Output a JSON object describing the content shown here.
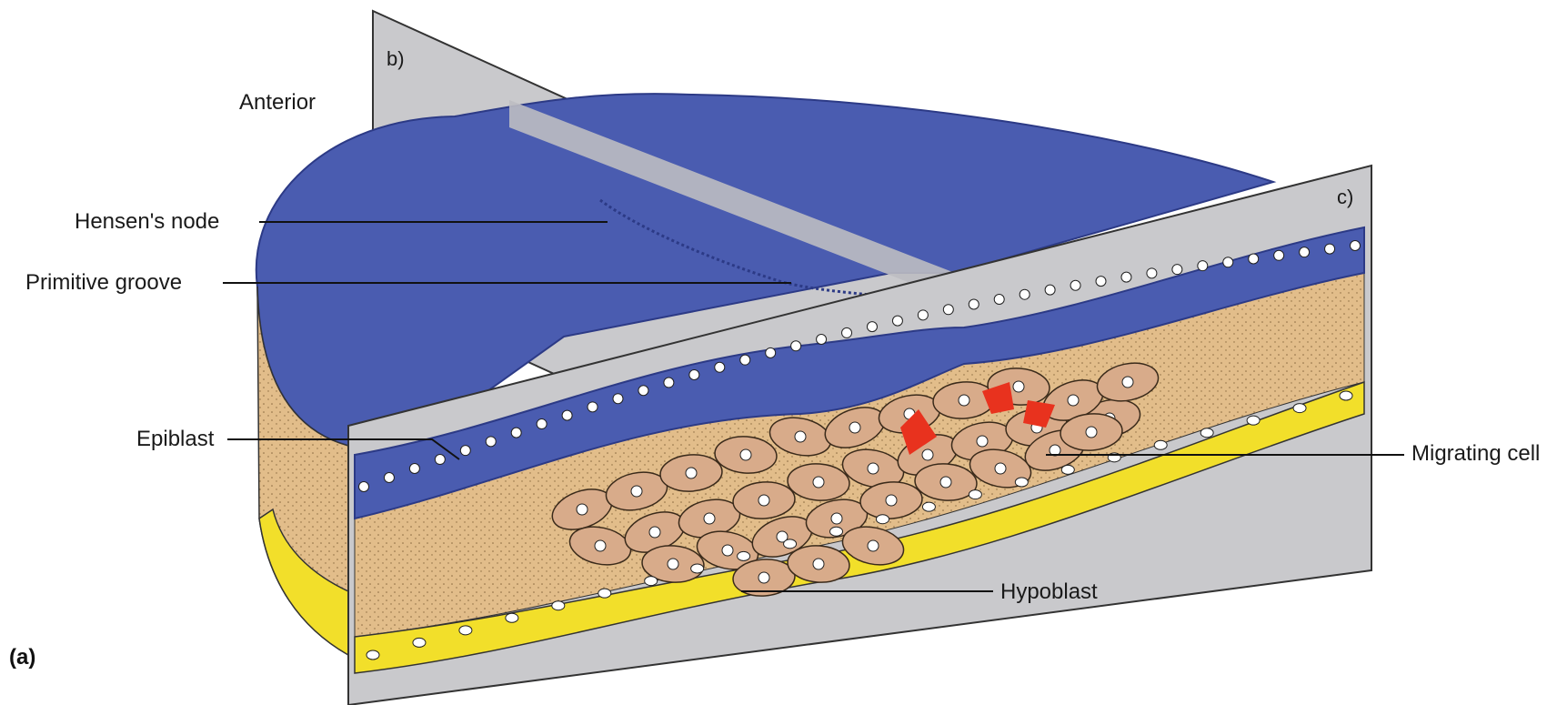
{
  "figure_label": "(a)",
  "panel_labels": {
    "b": "b)",
    "c": "c)"
  },
  "labels": {
    "anterior": "Anterior",
    "hensens_node": "Hensen's node",
    "primitive_groove": "Primitive groove",
    "epiblast": "Epiblast",
    "migrating_cell": "Migrating cell",
    "hypoblast": "Hypoblast"
  },
  "colors": {
    "epiblast_blue": "#4a5cb0",
    "epiblast_dark": "#2c3a86",
    "mesoderm_tan": "#e2bd8a",
    "migrating_cell_tan": "#d8ab8a",
    "hypoblast_yellow": "#f2df2a",
    "section_plane_grey": "#c9c9cc",
    "migrating_highlight_red": "#e8321e",
    "nucleus_white": "#ffffff"
  }
}
